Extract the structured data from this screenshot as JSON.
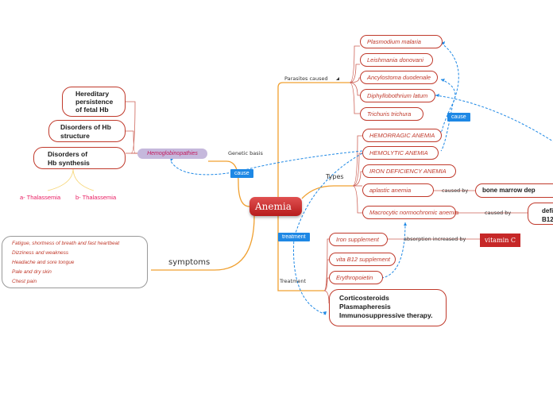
{
  "central": "Anemia",
  "branches": {
    "parasites": "Parasites caused",
    "types": "Types",
    "treatment": "Treatment",
    "genetic": "Genetic basis",
    "symptoms": "symptoms"
  },
  "parasites": [
    "Plasmodium malaria",
    "Leishmania donovani",
    "Ancylostoma duodenale",
    "Diphyllobothrium latum",
    "Trichuris trichura"
  ],
  "types": [
    "HEMORRAGIC ANEMIA",
    "HEMOLYTIC ANEMIA",
    "IRON DEFICIENCY ANEMIA",
    "aplastic anemia",
    "Macrocytic normochromic anemia"
  ],
  "caused_by": [
    "caused by",
    "caused by"
  ],
  "aplastic_cause": "bone  marrow dep",
  "macrocytic_cause": [
    "defi",
    "B12"
  ],
  "treatments": [
    "Iron supplement",
    "vita B12 supplement",
    "Erythropoietin"
  ],
  "absorption": "absorption  increased by",
  "vitamin_c": "vitamin C",
  "therapy": [
    "Corticosteroids",
    "Plasmapheresis",
    "Immunosuppressive therapy."
  ],
  "hemoglobinopathies": "Hemoglobinopathies",
  "genetic_disorders": [
    [
      "Hereditary",
      "persistence",
      "of fetal Hb"
    ],
    [
      "Disorders of Hb",
      "structure"
    ],
    [
      "Disorders of",
      "Hb synthesis"
    ]
  ],
  "thalassemia": [
    "a- Thalassemia",
    "b- Thalassemia"
  ],
  "symptoms_list": [
    "Fatigue, shortness of breath and fast heartbeat",
    "Dizziness and weakness",
    "Headache and sore tongue",
    "Pale and dry skin",
    "Chest pain"
  ],
  "tags": {
    "cause_right": "cause",
    "cause_left": "cause",
    "treatment": "treatment"
  },
  "colors": {
    "branch": "#f0a030",
    "dashed": "#1e88e5",
    "accent": "#c0392b",
    "tag": "#1e88e5"
  }
}
